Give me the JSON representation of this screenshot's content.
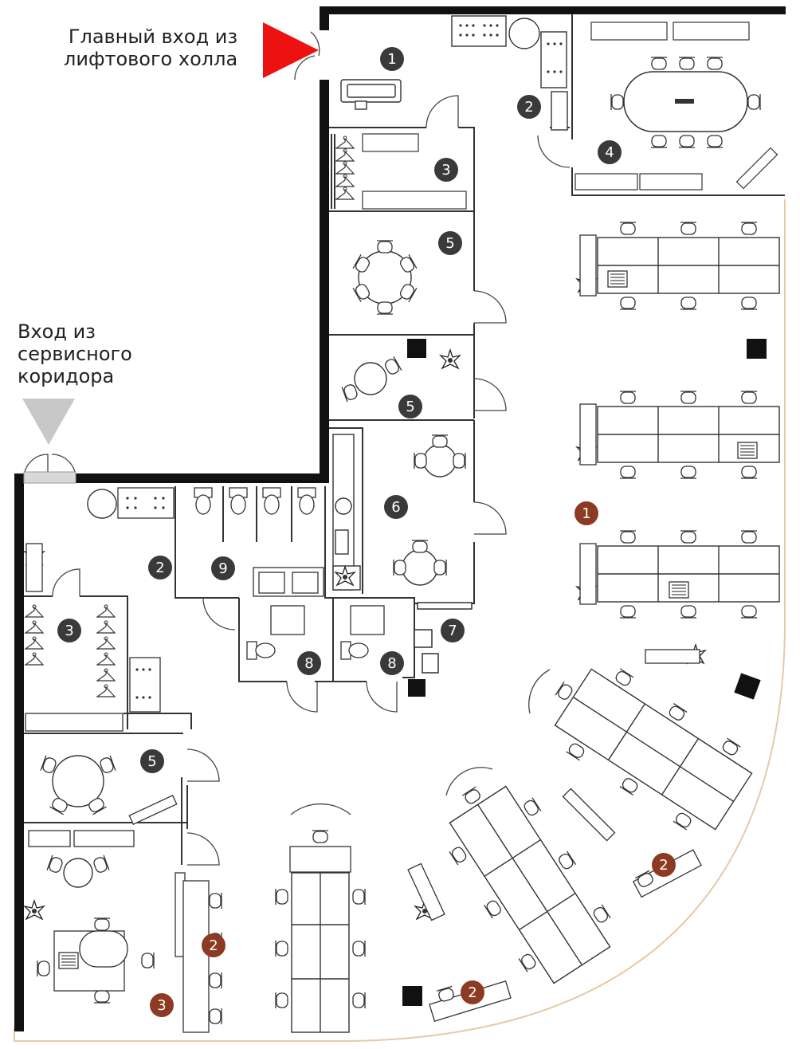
{
  "labels": {
    "main_entrance": "Главный вход из\nлифтового холла",
    "service_entrance": "Вход из\nсервисного\nкоридора"
  },
  "colors": {
    "wall": "#111111",
    "line": "#333333",
    "curve": "#e8c9a6",
    "main_arrow": "#ee1111",
    "service_arrow": "#c8c8c8",
    "badge_dark": "#3a3a3a",
    "badge_brown": "#8c3a22"
  },
  "badges": {
    "dark": [
      {
        "id": "reception",
        "text": "1"
      },
      {
        "id": "kitchenette-top",
        "text": "2"
      },
      {
        "id": "wardrobe-top",
        "text": "3"
      },
      {
        "id": "meeting-large",
        "text": "4"
      },
      {
        "id": "meeting-round-top",
        "text": "5"
      },
      {
        "id": "meeting-round-mid",
        "text": "5"
      },
      {
        "id": "kitchen",
        "text": "6"
      },
      {
        "id": "print-area",
        "text": "7"
      },
      {
        "id": "wc-left",
        "text": "8"
      },
      {
        "id": "wc-right",
        "text": "8"
      },
      {
        "id": "restrooms",
        "text": "9"
      },
      {
        "id": "kitchenette-left",
        "text": "2"
      },
      {
        "id": "wardrobe-left",
        "text": "3"
      },
      {
        "id": "meeting-round-left",
        "text": "5"
      }
    ],
    "brown": [
      {
        "id": "open-space",
        "text": "1"
      },
      {
        "id": "side-desk-left",
        "text": "2"
      },
      {
        "id": "side-desk-bottom",
        "text": "2"
      },
      {
        "id": "side-desk-right",
        "text": "2"
      },
      {
        "id": "storage-bottom",
        "text": "3"
      }
    ]
  }
}
